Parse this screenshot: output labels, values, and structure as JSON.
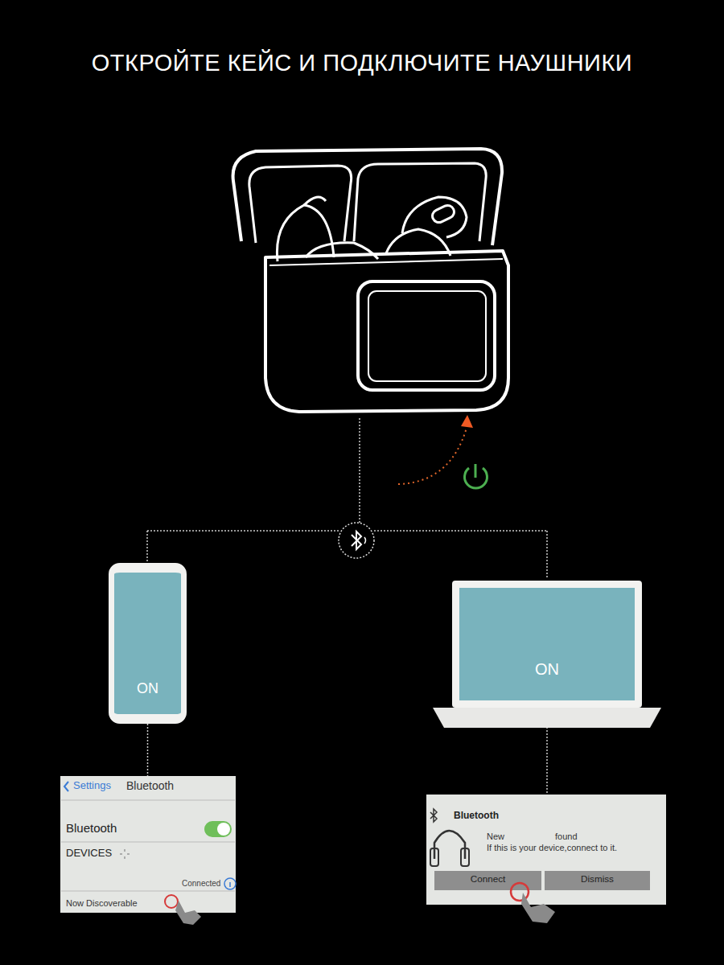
{
  "diagram": {
    "title": "ОТКРОЙТЕ КЕЙС И ПОДКЛЮЧИТЕ НАУШНИКИ",
    "nodes": [
      {
        "text": [
          "ON"
        ]
      },
      {
        "text": [
          "ON"
        ]
      },
      {
        "text": [
          "Settings",
          "Bluetooth",
          "Bluetooth",
          "DEVICES",
          "Connected",
          "Now Discoverable"
        ]
      },
      {
        "text": [
          "Bluetooth",
          "New",
          "found",
          "If this is your device,connect to it."
        ]
      },
      {
        "text": [
          "Connect"
        ],
        "in": 3
      },
      {
        "text": [
          "Dismiss"
        ],
        "in": 3
      }
    ],
    "edges": [
      {
        "from": 0,
        "to": 2,
        "arrow": "none"
      },
      {
        "from": 1,
        "to": 3,
        "arrow": "none"
      }
    ]
  }
}
